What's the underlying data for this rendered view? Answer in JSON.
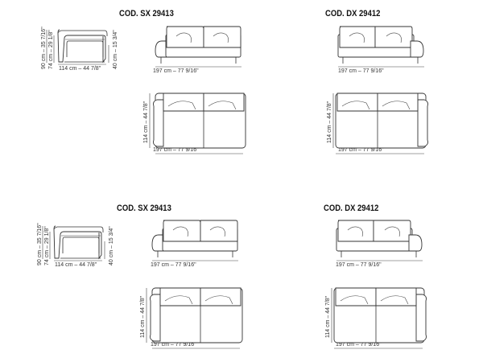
{
  "blocks": [
    {
      "code": "COD. SX 29413",
      "side_width": "114 cm – 44 7/8\"",
      "side_height_total": "90 cm – 35 7/16\"",
      "side_height_back": "74 cm – 29 1/8\"",
      "side_seat_height": "40 cm – 15 3/4\"",
      "front_width": "197 cm – 77 9/16\"",
      "top_width": "197 cm – 77 9/16\"",
      "top_depth": "114 cm – 44 7/8\""
    },
    {
      "code": "COD. DX 29412",
      "front_width": "197 cm – 77 9/16\"",
      "top_width": "197 cm – 77 9/16\"",
      "top_depth": "114 cm – 44 7/8\""
    },
    {
      "code": "COD. SX 29413",
      "side_width": "114 cm – 44 7/8\"",
      "side_height_total": "90 cm – 35 7/16\"",
      "side_height_back": "74 cm – 29 1/8\"",
      "side_seat_height": "40 cm – 15 3/4\"",
      "front_width": "197 cm – 77 9/16\"",
      "top_width": "197 cm – 77 9/16\"",
      "top_depth": "114 cm – 44 7/8\""
    },
    {
      "code": "COD. DX 29412",
      "front_width": "197 cm – 77 9/16\"",
      "top_width": "197 cm – 77 9/16\"",
      "top_depth": "114 cm – 44 7/8\""
    }
  ]
}
